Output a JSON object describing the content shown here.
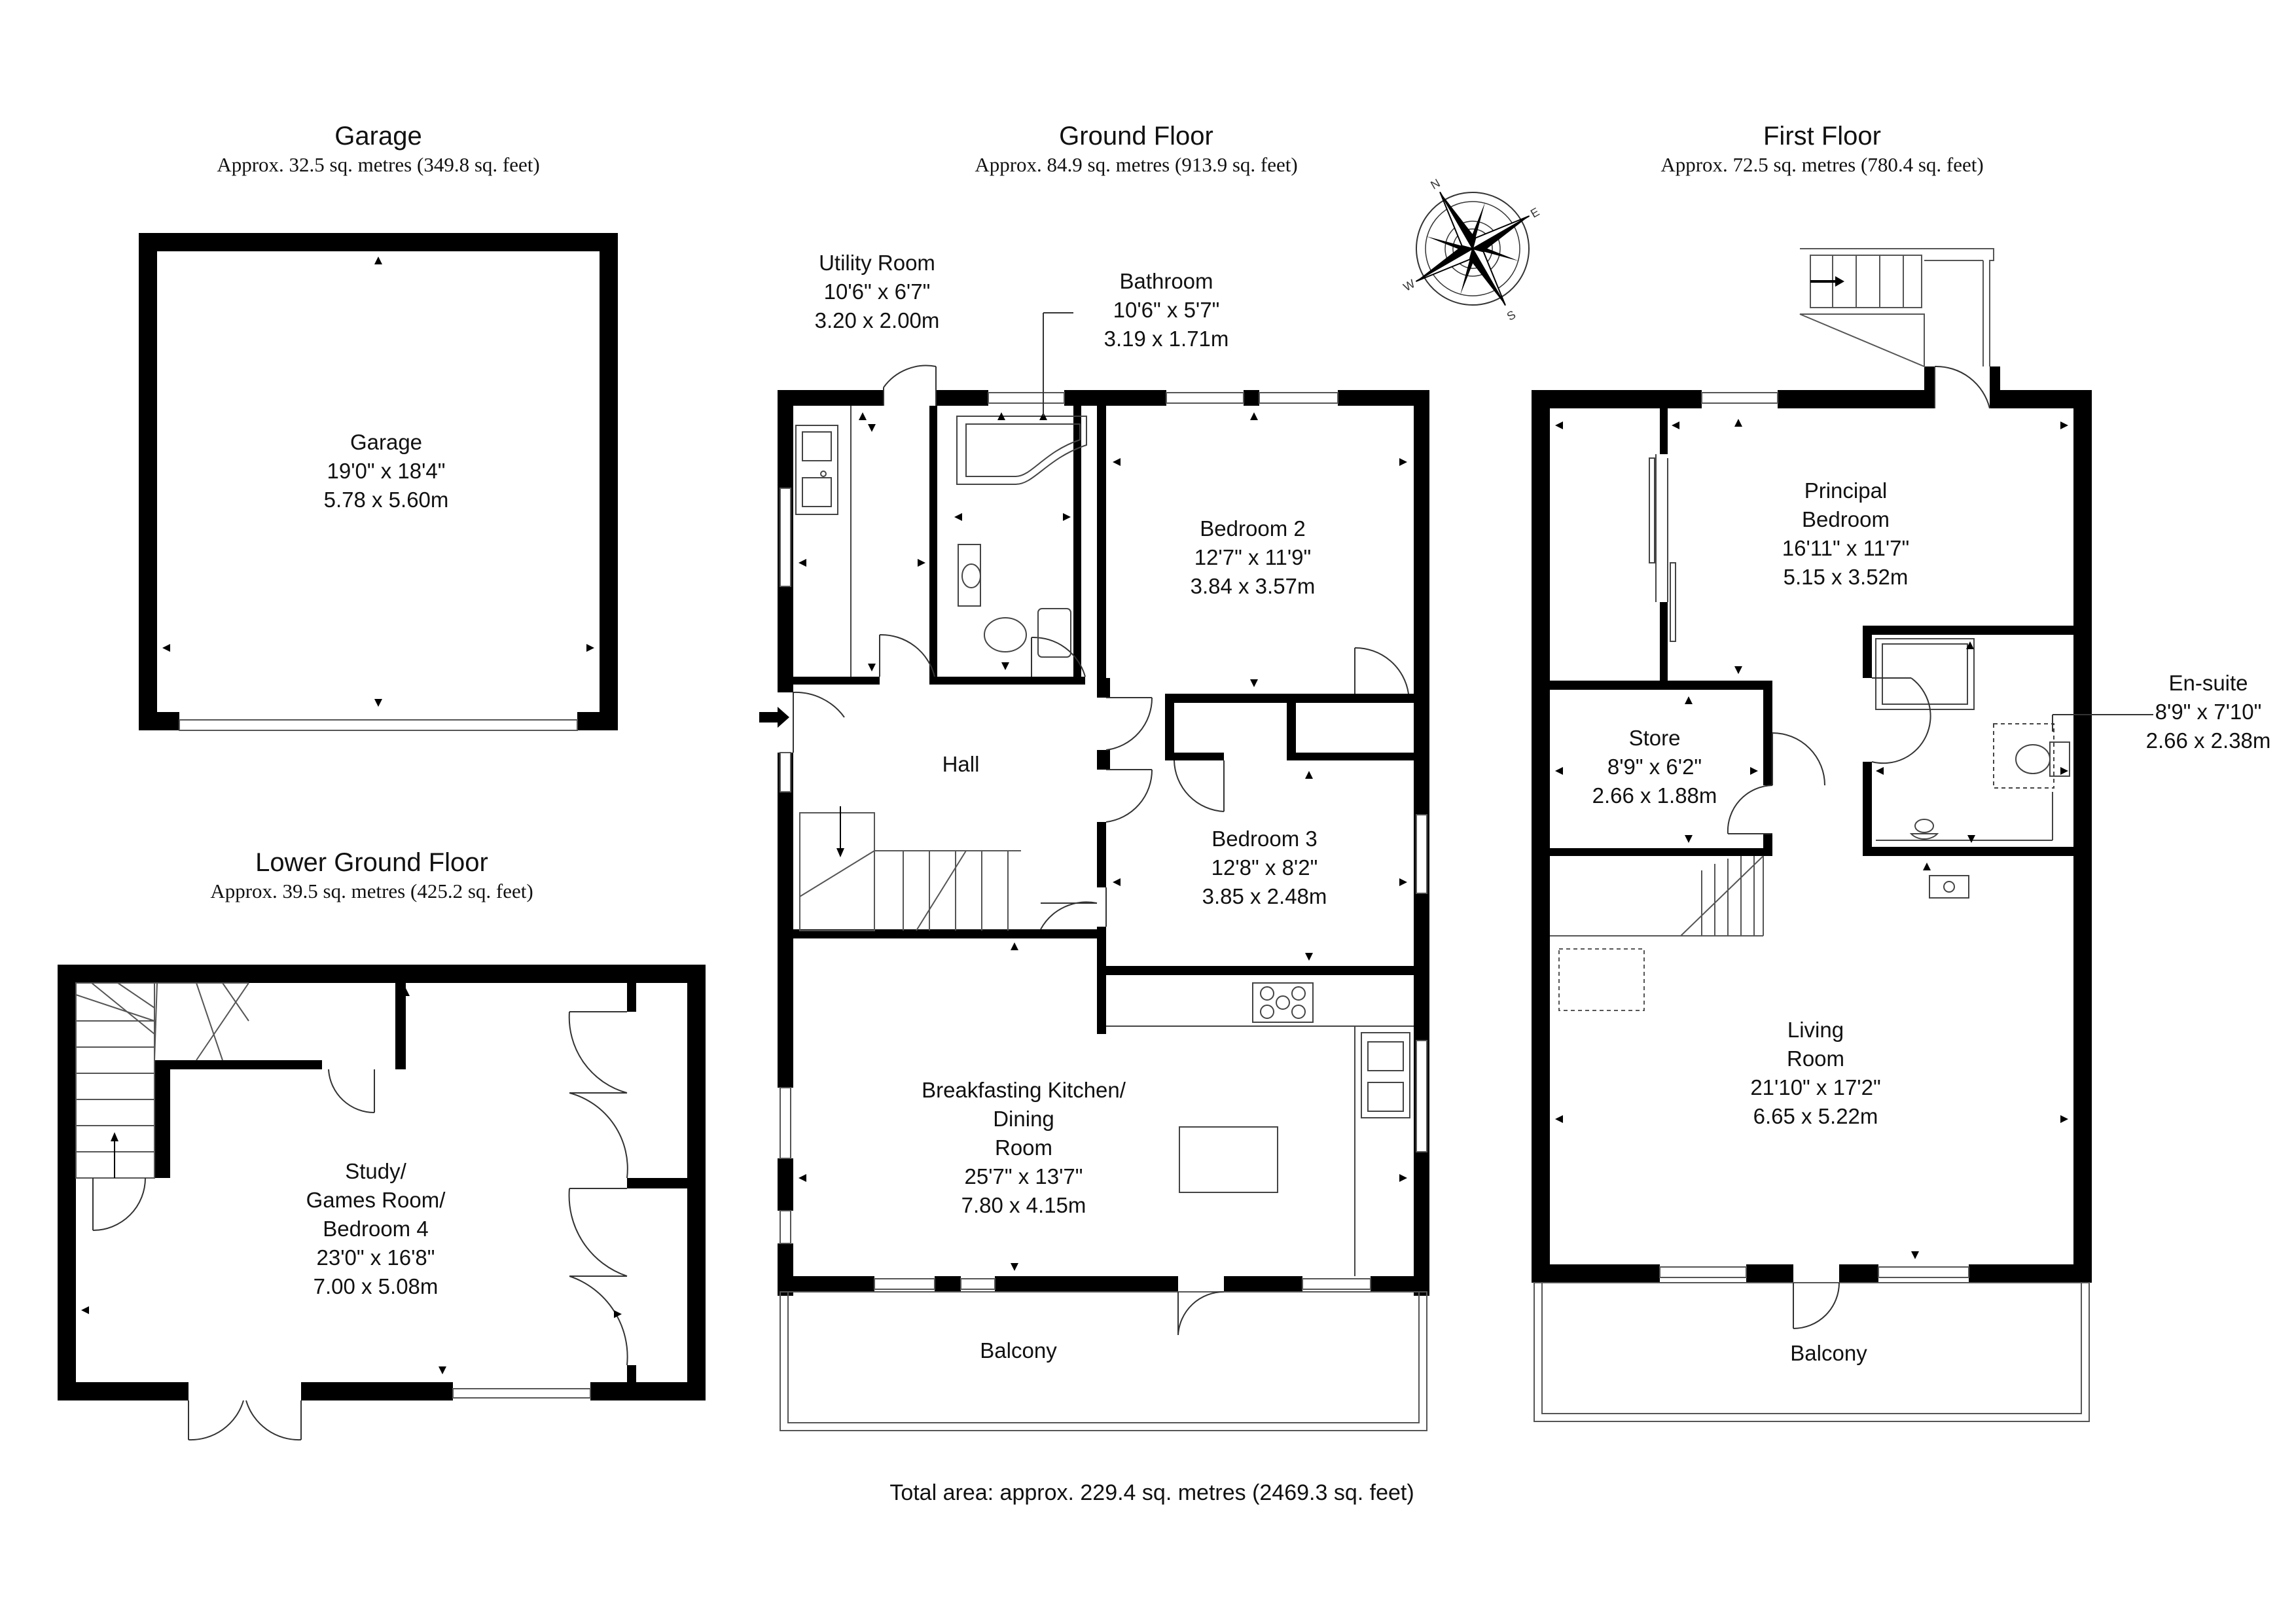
{
  "floors": {
    "garage": {
      "title": "Garage",
      "area": "Approx. 32.5 sq. metres (349.8 sq. feet)"
    },
    "ground": {
      "title": "Ground Floor",
      "area": "Approx. 84.9 sq. metres (913.9 sq. feet)"
    },
    "first": {
      "title": "First Floor",
      "area": "Approx. 72.5 sq. metres (780.4 sq. feet)"
    },
    "lower": {
      "title": "Lower Ground Floor",
      "area": "Approx. 39.5 sq. metres (425.2 sq. feet)"
    }
  },
  "rooms": {
    "garage": {
      "name": "Garage",
      "imperial": "19'0\" x 18'4\"",
      "metric": "5.78 x 5.60m"
    },
    "utility": {
      "name": "Utility Room",
      "imperial": "10'6\" x 6'7\"",
      "metric": "3.20 x 2.00m"
    },
    "bathroom": {
      "name": "Bathroom",
      "imperial": "10'6\" x 5'7\"",
      "metric": "3.19 x 1.71m"
    },
    "bedroom2": {
      "name": "Bedroom 2",
      "imperial": "12'7\" x 11'9\"",
      "metric": "3.84 x 3.57m"
    },
    "hall": {
      "name": "Hall"
    },
    "bedroom3": {
      "name": "Bedroom 3",
      "imperial": "12'8\" x 8'2\"",
      "metric": "3.85 x 2.48m"
    },
    "kitchen": {
      "name_1": "Breakfasting Kitchen/",
      "name_2": "Dining",
      "name_3": "Room",
      "imperial": "25'7\" x 13'7\"",
      "metric": "7.80 x 4.15m"
    },
    "balcony_ground": {
      "name": "Balcony"
    },
    "principal": {
      "name_1": "Principal",
      "name_2": "Bedroom",
      "imperial": "16'11\" x 11'7\"",
      "metric": "5.15 x 3.52m"
    },
    "store": {
      "name": "Store",
      "imperial": "8'9\" x 6'2\"",
      "metric": "2.66 x 1.88m"
    },
    "ensuite": {
      "name": "En-suite",
      "imperial": "8'9\" x 7'10\"",
      "metric": "2.66 x 2.38m"
    },
    "living": {
      "name_1": "Living",
      "name_2": "Room",
      "imperial": "21'10\" x 17'2\"",
      "metric": "6.65 x 5.22m"
    },
    "balcony_first": {
      "name": "Balcony"
    },
    "study": {
      "name_1": "Study/",
      "name_2": "Games Room/",
      "name_3": "Bedroom 4",
      "imperial": "23'0\" x 16'8\"",
      "metric": "7.00 x 5.08m"
    }
  },
  "compass": {
    "letters": [
      "N",
      "E",
      "S",
      "W"
    ]
  },
  "total": "Total area: approx. 229.4 sq. metres (2469.3 sq. feet)",
  "colors": {
    "wall": "#000000",
    "line": "#555555",
    "fixture": "#444444"
  }
}
